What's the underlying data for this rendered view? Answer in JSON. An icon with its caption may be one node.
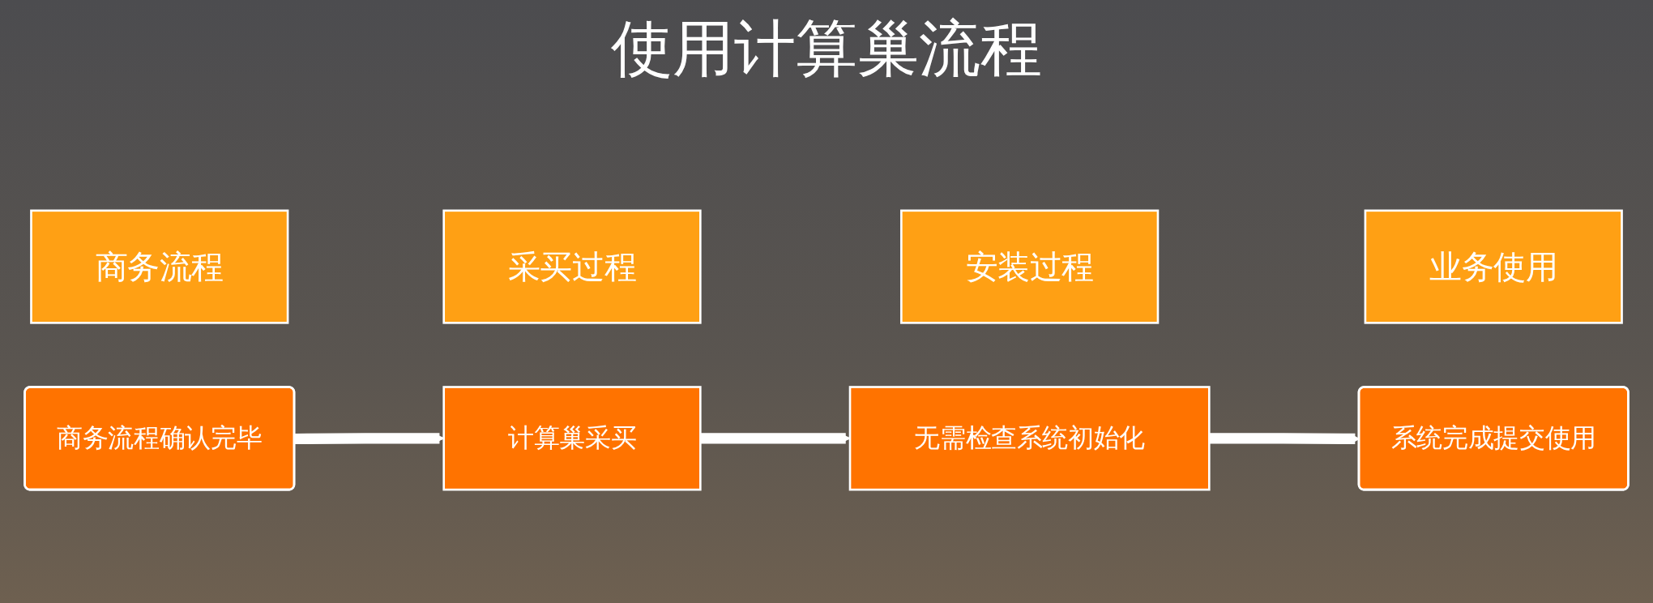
{
  "diagram": {
    "title": "使用计算巢流程",
    "nodes": [
      {
        "text": [
          "商务流程"
        ]
      },
      {
        "text": [
          "采买过程"
        ]
      },
      {
        "text": [
          "安装过程"
        ]
      },
      {
        "text": [
          "业务使用"
        ]
      },
      {
        "text": [
          "商务流程确认完毕"
        ]
      },
      {
        "text": [
          "计算巢采买"
        ]
      },
      {
        "text": [
          "无需检查系统初始化"
        ]
      },
      {
        "text": [
          "系统完成提交使用"
        ]
      }
    ],
    "edges": [
      {
        "from": 4,
        "to": 5,
        "arrow": "to"
      },
      {
        "from": 5,
        "to": 6,
        "arrow": "to"
      },
      {
        "from": 6,
        "to": 7,
        "arrow": "to"
      }
    ]
  }
}
